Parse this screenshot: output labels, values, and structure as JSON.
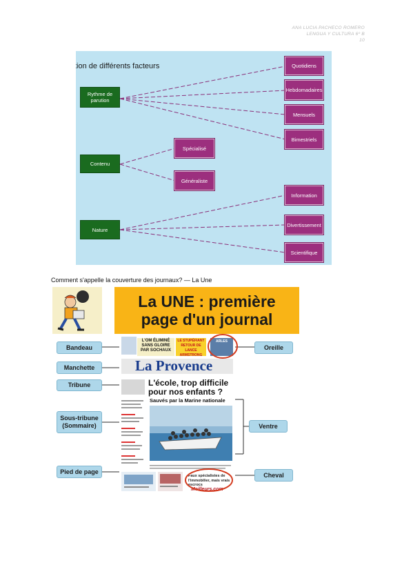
{
  "header": {
    "author": "ANA LUCIA PACHECO ROMERO",
    "subject": "LENGUA Y CULTURA 6º B",
    "page": "10"
  },
  "diagram": {
    "title": "tion de différents facteurs",
    "groups": [
      {
        "label": "Rythme de parution",
        "children": [
          "Quotidiens",
          "Hebdomadaires",
          "Mensuels",
          "Bimestriels"
        ]
      },
      {
        "label": "Contenu",
        "children": [
          "Spécialisé",
          "Généraliste"
        ]
      },
      {
        "label": "Nature",
        "children": [
          "Information",
          "Divertissement",
          "Scientifique"
        ]
      }
    ]
  },
  "question": "Comment s'appelle la couverture des journaux? — La Une",
  "une": {
    "title_line1": "La UNE : première",
    "title_line2": "page d'un journal",
    "labels": {
      "bandeau": "Bandeau",
      "manchette": "Manchette",
      "tribune": "Tribune",
      "sous_tribune": "Sous-tribune (Sommaire)",
      "pied": "Pied de page",
      "oreille": "Oreille",
      "ventre": "Ventre",
      "cheval": "Cheval"
    },
    "paper": {
      "masthead": "La Provence",
      "headline1": "L'école, trop difficile",
      "headline2": "pour nos enfants ?",
      "subhead": "Sauvés par la Marine nationale",
      "banner_left": "L'OM ÉLIMINÉ SANS GLOIRE PAR SOCHAUX",
      "banner_right": "LE STUPÉFIANT RETOUR DE LANCE ARMSTRONG",
      "ear_text": "ARLES",
      "cheval_text": "Faux spécialistes de l'immobilier, mais vrais escrocs",
      "cheval_brand": "Meilleurs.com"
    }
  }
}
